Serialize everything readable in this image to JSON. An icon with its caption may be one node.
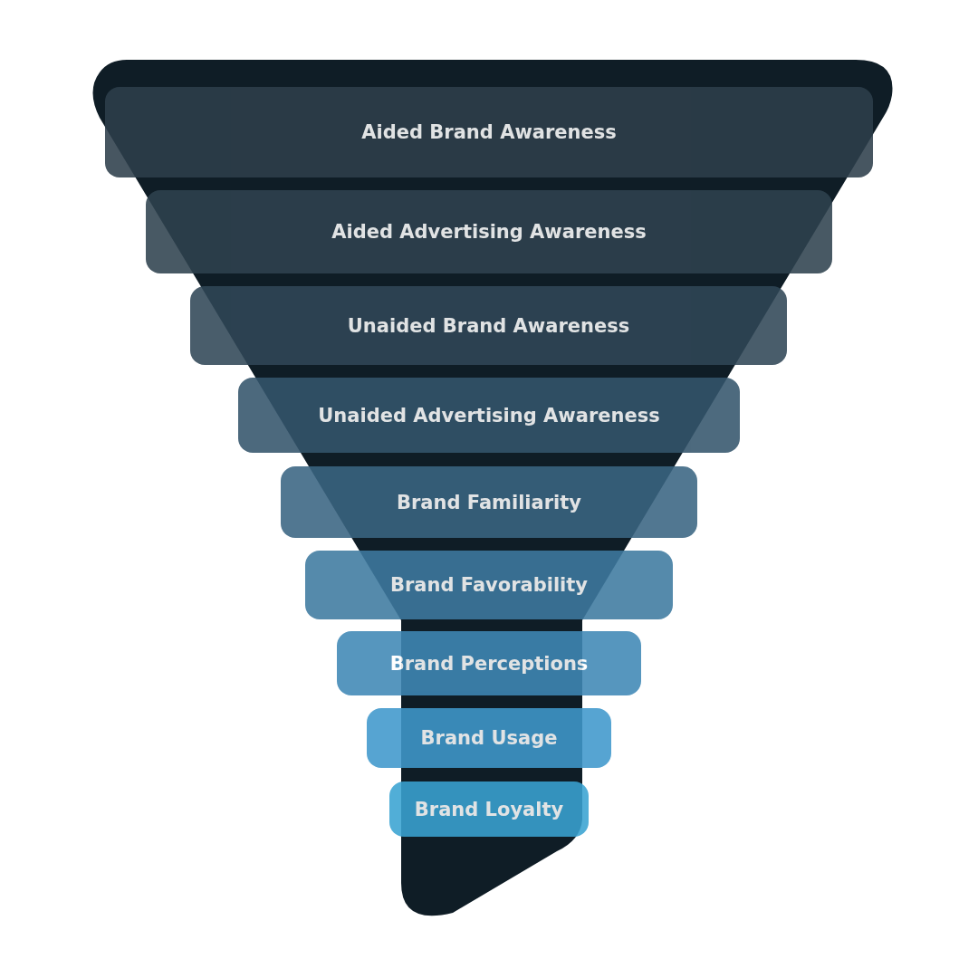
{
  "diagram": {
    "nodes": [
      {
        "text": [
          "Aided Brand Awareness"
        ]
      },
      {
        "text": [
          "Aided Advertising Awareness"
        ]
      },
      {
        "text": [
          "Unaided Brand Awareness"
        ]
      },
      {
        "text": [
          "Unaided Advertising Awareness"
        ]
      },
      {
        "text": [
          "Brand Familiarity"
        ]
      },
      {
        "text": [
          "Brand Favorability"
        ]
      },
      {
        "text": [
          "Brand Perceptions"
        ]
      },
      {
        "text": [
          "Brand Usage"
        ]
      },
      {
        "text": [
          "Brand Loyalty"
        ]
      }
    ]
  }
}
